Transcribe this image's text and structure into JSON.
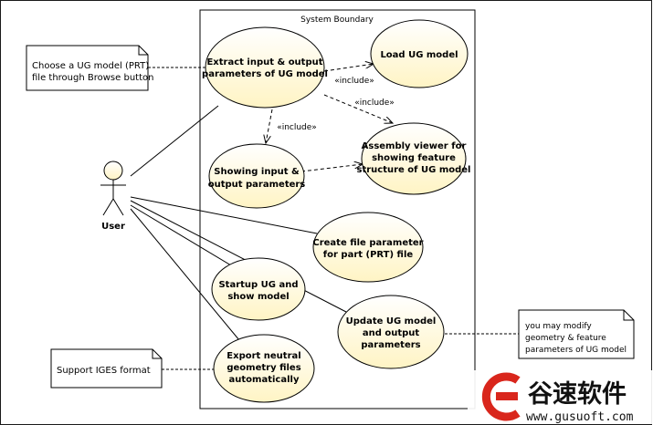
{
  "system": {
    "label": "System Boundary"
  },
  "actor": {
    "label": "User"
  },
  "use_cases": {
    "extract": [
      "Extract input & output",
      "parameters of UG model"
    ],
    "load": [
      "Load UG model"
    ],
    "assembly": [
      "Assembly viewer for",
      "showing feature",
      "structure of UG model"
    ],
    "showing": [
      "Showing input &",
      "output parameters"
    ],
    "create": [
      "Create file parameter",
      "for part (PRT) file"
    ],
    "startup": [
      "Startup UG and",
      "show model"
    ],
    "update": [
      "Update UG model",
      "and output",
      "parameters"
    ],
    "export": [
      "Export neutral",
      "geometry files",
      "automatically"
    ]
  },
  "notes": {
    "choose": [
      "Choose a UG model (PRT)",
      "file through Browse button"
    ],
    "modify": [
      "you may modify",
      "geometry & feature",
      "parameters of UG model"
    ],
    "iges": [
      "Support IGES format"
    ]
  },
  "relations": {
    "include1": "«include»",
    "include2": "«include»",
    "include3": "«include»"
  },
  "watermark": {
    "brand": "谷速软件",
    "url": "www.gusuoft.com"
  },
  "colors": {
    "frame": "#1a1a1a",
    "usecase_fill": "#fffadc",
    "note_fill": "#ffffff",
    "line": "#000000",
    "watermark_accent": "#d9261c"
  }
}
